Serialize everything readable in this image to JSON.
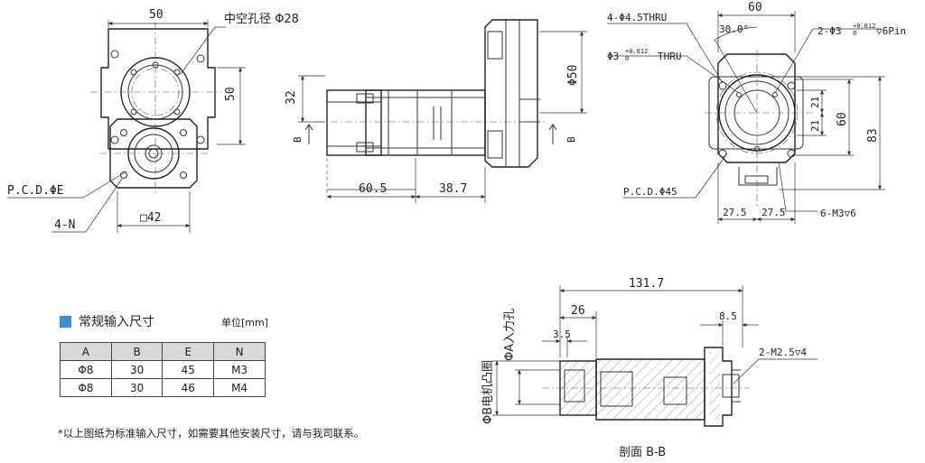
{
  "front_view": {
    "dim_width": "50",
    "dim_height": "50",
    "bore_label": "中空孔径 Φ28",
    "pcd_label": "P.C.D.ΦE",
    "holes_label": "4-N",
    "square_label": "□42"
  },
  "side_view": {
    "dim_32": "32",
    "dim_phi50": "Φ50",
    "dim_60_5": "60.5",
    "dim_38_7": "38.7",
    "section_mark_left": "B",
    "section_mark_right": "B"
  },
  "right_view": {
    "dim_top": "60",
    "angle": "30.0°",
    "holes_thru": "4-Φ4.5THRU",
    "pin_label": "2-Φ3",
    "pin_tol_upper": "+0.012",
    "pin_tol_lower": "0",
    "pin_depth": "▽6Pin",
    "hole_label": "Φ3",
    "hole_tol_upper": "+0.012",
    "hole_tol_lower": "0",
    "hole_thru": "THRU",
    "dim_21_top": "21",
    "dim_21_bottom": "21",
    "dim_60": "60",
    "dim_83": "83",
    "pcd45": "P.C.D.Φ45",
    "dim_27_5_left": "27.5",
    "dim_27_5_right": "27.5",
    "thread_label": "6-M3▽6"
  },
  "section_view": {
    "dim_131_7": "131.7",
    "dim_26": "26",
    "dim_3_5": "3.5",
    "dim_8_5": "8.5",
    "thread_label": "2-M2.5▽4",
    "input_hole_label": "ΦA入力孔",
    "motor_boss_label": "ΦB电机凸圈",
    "caption": "剖面 B-B"
  },
  "spec_table": {
    "title": "常规输入尺寸",
    "unit": "单位[mm]",
    "accent_color": "#3a8fd6",
    "headers": [
      "A",
      "B",
      "E",
      "N"
    ],
    "rows": [
      [
        "Φ8",
        "30",
        "45",
        "M3"
      ],
      [
        "Φ8",
        "30",
        "46",
        "M4"
      ]
    ],
    "note": "*以上图纸为标准输入尺寸，如需要其他安装尺寸，请与我司联系。"
  }
}
